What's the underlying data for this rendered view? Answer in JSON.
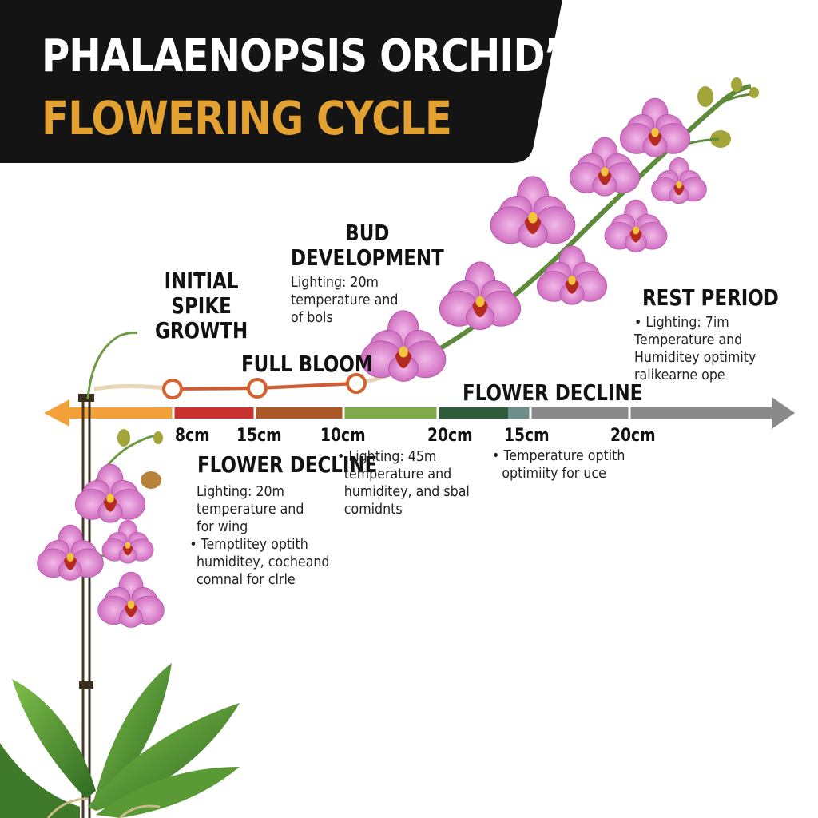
{
  "header": {
    "title_line1": "PHALAENOPSIS ORCHID’S",
    "title_line2": "FLOWERING CYCLE"
  },
  "stages": {
    "initial_spike": {
      "title": [
        "INITIAL",
        "SPIKE",
        "GROWTH"
      ]
    },
    "bud_development": {
      "title": [
        "BUD",
        "DEVELOPMENT"
      ],
      "desc": [
        "Lighting: 20m",
        "temperature and",
        "of bols"
      ]
    },
    "full_bloom": {
      "title": "FULL BLOOM"
    },
    "flower_decline_top": {
      "title": "FLOWER DECLINE"
    },
    "rest_period": {
      "title": "REST PERIOD",
      "desc": [
        "• Lighting: 7im",
        "Temperature and",
        "Humiditey optimity",
        "ralikearne ope"
      ]
    },
    "flower_decline_bottom": {
      "title": "FLOWER DECLINE",
      "desc": [
        "Lighting: 20m",
        "temperature and",
        "for wing",
        "• Temptlitey optith",
        "humiditey, cocheand",
        "comnal for clrle"
      ]
    },
    "desc_middle": [
      "• Lighting: 45m",
      "temperature and",
      "humiditey, and sbal",
      "comidnts"
    ],
    "desc_right": [
      "• Temperature optith",
      "optimiity for uce"
    ]
  },
  "ticks": [
    "8cm",
    "15cm",
    "10cm",
    "20cm",
    "15cm",
    "20cm"
  ],
  "colors": {
    "header_bg": "#141414",
    "title_accent": "#e3a132",
    "orange": "#f2a13a",
    "red": "#c9332f",
    "brown": "#a9582a",
    "green": "#7fa94a",
    "dark_green": "#2e5b3a",
    "gray": "#8a8a8a",
    "petal": "#d879c9",
    "lip": "#b52a1f",
    "leaf": "#4e8a2e"
  }
}
